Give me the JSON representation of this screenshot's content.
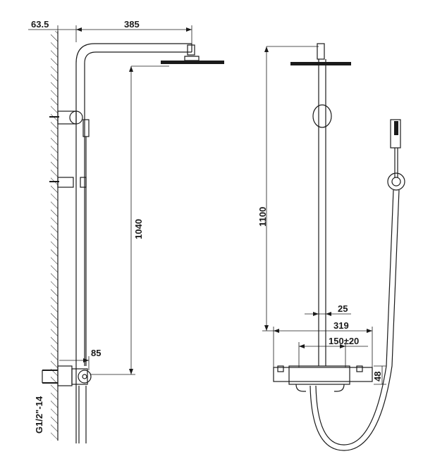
{
  "side_view": {
    "dimensions": {
      "wall_offset": "63.5",
      "arm_length": "385",
      "head_height": "1040",
      "outlet_offset": "85",
      "inlet_thread": "G1/2\"-14"
    }
  },
  "front_view": {
    "dimensions": {
      "total_height": "1100",
      "pipe_offset": "25",
      "mixer_width": "319",
      "inlet_centers": "150±20",
      "mixer_depth": "48"
    }
  }
}
